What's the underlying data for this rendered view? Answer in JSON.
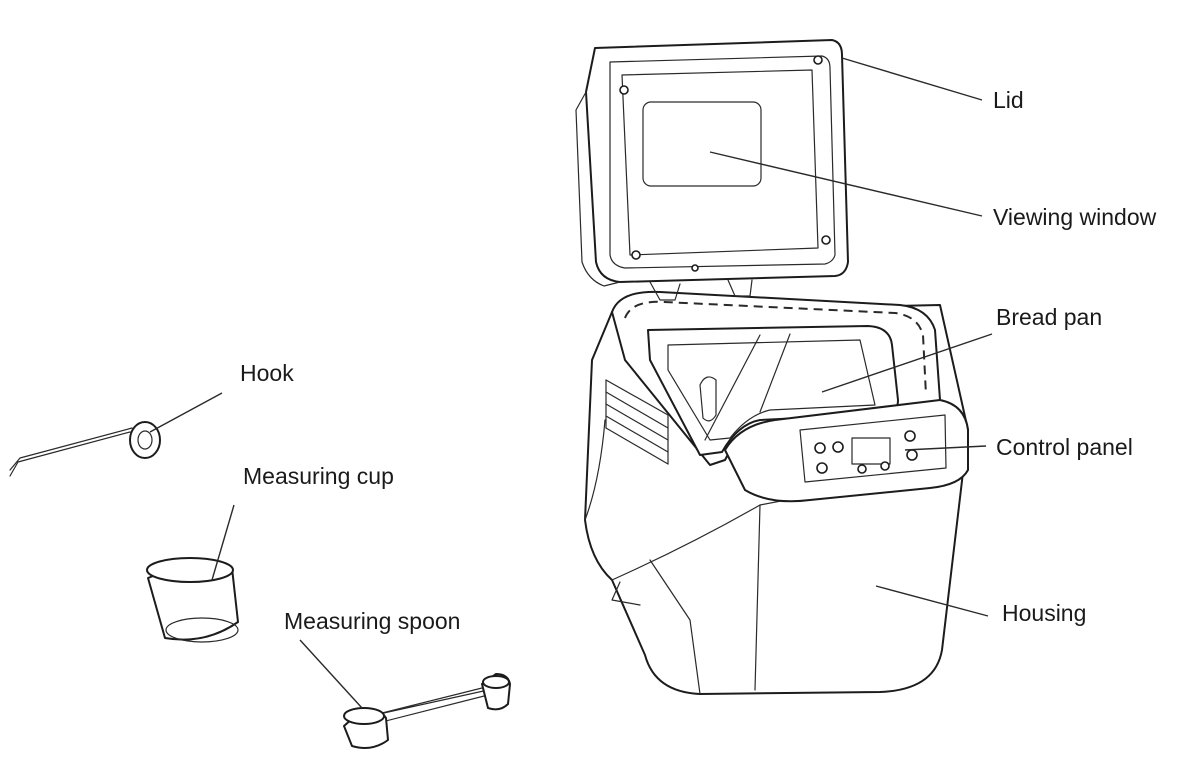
{
  "diagram": {
    "labels": {
      "lid": "Lid",
      "viewing_window": "Viewing window",
      "bread_pan": "Bread pan",
      "control_panel": "Control panel",
      "housing": "Housing",
      "hook": "Hook",
      "measuring_cup": "Measuring cup",
      "measuring_spoon": "Measuring spoon"
    },
    "icons": {
      "bread_maker": "bread-maker-drawing",
      "hook": "hook-drawing",
      "measuring_cup": "measuring-cup-drawing",
      "measuring_spoon": "measuring-spoon-drawing"
    },
    "colors": {
      "ink": "#1c1c1c",
      "background": "#ffffff"
    }
  }
}
